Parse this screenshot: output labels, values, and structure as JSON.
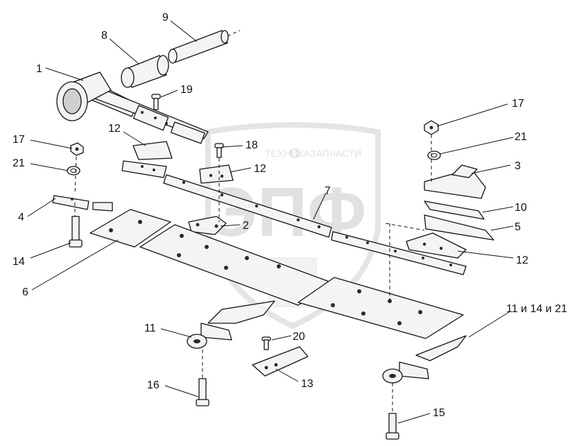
{
  "watermark": {
    "brand_top": "ТЕХНИКА",
    "brand_bottom": "ЗАПЧАСТИ",
    "logo_letters": "ЭПФ"
  },
  "callouts": [
    {
      "id": "c1",
      "text": "1"
    },
    {
      "id": "c8",
      "text": "8"
    },
    {
      "id": "c9",
      "text": "9"
    },
    {
      "id": "c19",
      "text": "19"
    },
    {
      "id": "c12a",
      "text": "12"
    },
    {
      "id": "c18",
      "text": "18"
    },
    {
      "id": "c12b",
      "text": "12"
    },
    {
      "id": "c17a",
      "text": "17"
    },
    {
      "id": "c21a",
      "text": "21"
    },
    {
      "id": "c4",
      "text": "4"
    },
    {
      "id": "c14",
      "text": "14"
    },
    {
      "id": "c6",
      "text": "6"
    },
    {
      "id": "c7",
      "text": "7"
    },
    {
      "id": "c2",
      "text": "2"
    },
    {
      "id": "c17b",
      "text": "17"
    },
    {
      "id": "c21b",
      "text": "21"
    },
    {
      "id": "c3",
      "text": "3"
    },
    {
      "id": "c10",
      "text": "10"
    },
    {
      "id": "c5",
      "text": "5"
    },
    {
      "id": "c12c",
      "text": "12"
    },
    {
      "id": "c11a",
      "text": "11"
    },
    {
      "id": "c20",
      "text": "20"
    },
    {
      "id": "c13",
      "text": "13"
    },
    {
      "id": "c11b",
      "text": "11 и 14 и 21"
    },
    {
      "id": "c16",
      "text": "16"
    },
    {
      "id": "c15",
      "text": "15"
    }
  ]
}
